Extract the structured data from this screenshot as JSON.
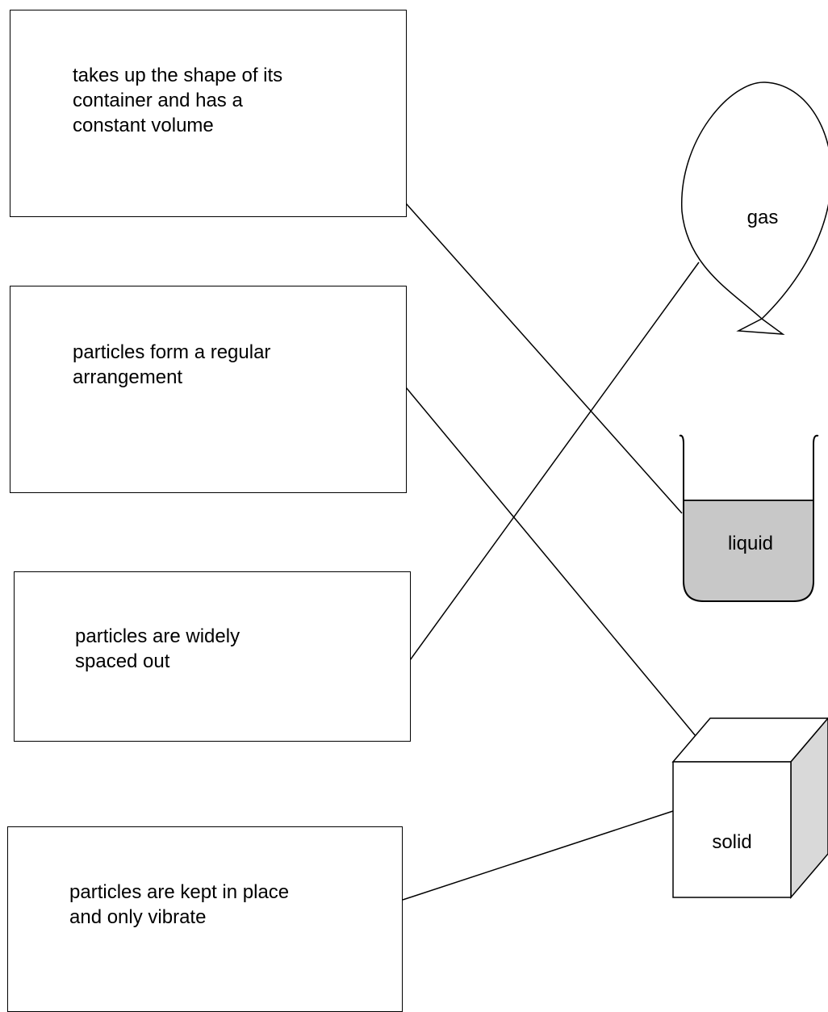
{
  "descriptions": [
    {
      "text": "takes up the shape of its\ncontainer and has a\nconstant volume"
    },
    {
      "text": "particles form a regular\narrangement"
    },
    {
      "text": "particles are widely\nspaced out"
    },
    {
      "text": "particles are kept in place\nand only vibrate"
    }
  ],
  "states": {
    "gas": "gas",
    "liquid": "liquid",
    "solid": "solid"
  },
  "colors": {
    "line": "#000000",
    "liquid_fill": "#c8c8c8",
    "cube_side": "#d9d9d9"
  }
}
